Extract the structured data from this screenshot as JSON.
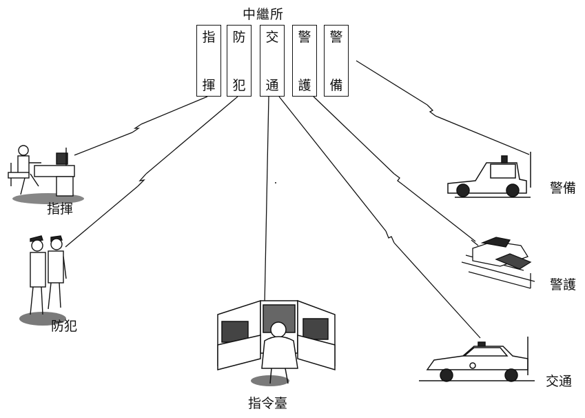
{
  "relay": {
    "title": "中繼所",
    "channels": [
      {
        "top": "指",
        "bottom": "揮"
      },
      {
        "top": "防",
        "bottom": "犯"
      },
      {
        "top": "交",
        "bottom": "通"
      },
      {
        "top": "警",
        "bottom": "護"
      },
      {
        "top": "警",
        "bottom": "備"
      }
    ]
  },
  "stations": {
    "command": "指揮",
    "crime_prevention": "防犯",
    "dispatch": "指令臺",
    "security": "警備",
    "escort": "警護",
    "traffic": "交通"
  }
}
